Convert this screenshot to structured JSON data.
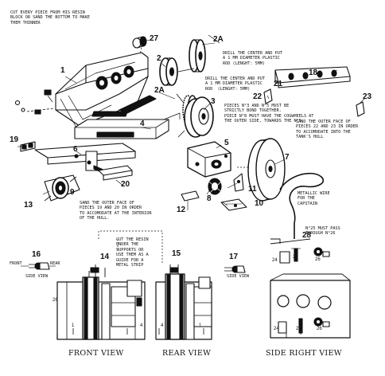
{
  "notes": {
    "cut_resin": "CUT EVERY PIECE FROM HIS RESIN\nBLOCK OR SAND THE BOTTOM TO MAKE\nTHEM THINNER",
    "drill_1": "DRILL THE CENTER AND PUT\nA 1 MM DIAMETER PLASTIC\nROD (LENGHT: 5MM)",
    "drill_2": "DRILL THE CENTER AND PUT\nA 1 MM DIAMETER PLASTIC\nROD  (LENGHT: 5MM)",
    "pieces_3_5": "PIECES N°3 AND N°5 MUST BE\nSTRICTLY BOND TOGETHER.\nPIECE N°8 MUST HAVE THE COGWHEELS AT\nTHE OUTER SIDE, TOWARDS THE N°5",
    "sand_22_23": "SAND THE OUTER FACE OF\nPIECES 22 AND 23 IN ORDER\nTO ACCOMODATE INTO THE\nTANK'S HULL",
    "sand_19_20": "SAND THE OUTER FACE OF\nPIECES 19 AND 20 IN ORDER\nTO ACCOMODATE AT THE INTERIOR\nOF THE HULL.",
    "metallic_wire": "METALLIC WIRE\nFOR THE\nCAPSTAIN",
    "cut_resin_supports": "CUT THE RESIN\nUNDER THE\nSUPPORTS OR\nUSE THEM AS A\nGUIDE FOR A\nMETAL STRIP",
    "n25_must_pass": "N°25 MUST PASS\nTHROUGH N°26",
    "front": "FRONT",
    "rear": "REAR",
    "side_view_1": "SIDE VIEW",
    "side_view_2": "SIDE VIEW"
  },
  "part_numbers": {
    "p1": "1",
    "p2": "2",
    "p2a_top": "2A",
    "p2a_mid": "2A",
    "p3": "3",
    "p4": "4",
    "p5": "5",
    "p6": "6",
    "p7": "7",
    "p8": "8",
    "p9": "9",
    "p10": "10",
    "p11": "11",
    "p12": "12",
    "p13": "13",
    "p14": "14",
    "p15": "15",
    "p16": "16",
    "p17": "17",
    "p18": "18",
    "p19": "19",
    "p20": "20",
    "p21": "21",
    "p22": "22",
    "p23": "23",
    "p24": "24",
    "p25": "25",
    "p26": "26",
    "p27": "27",
    "p28": "28",
    "b24": "24",
    "b25": "25",
    "b26": "26",
    "f26": "26",
    "f1": "1",
    "f4": "4",
    "r1": "1",
    "r4": "4"
  },
  "views": {
    "front": "FRONT VIEW",
    "rear": "REAR VIEW",
    "side_right": "SIDE RIGHT VIEW"
  }
}
